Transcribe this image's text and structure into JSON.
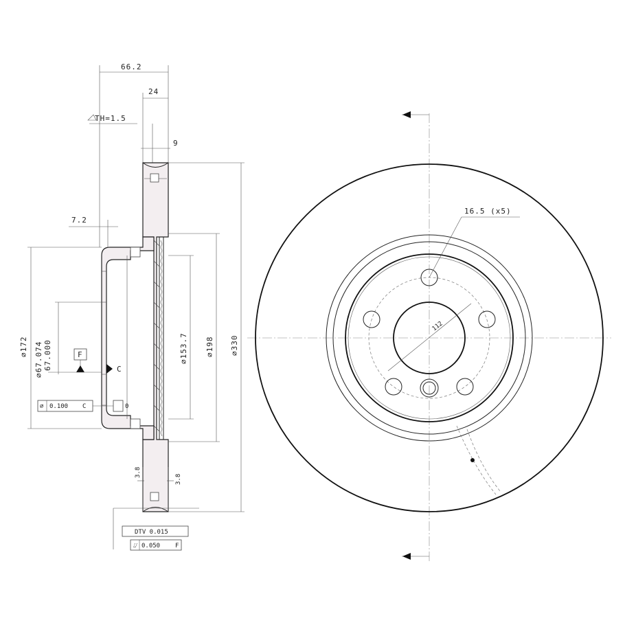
{
  "dimensions": {
    "overall_width": "66.2",
    "hat_width": "24",
    "friction_thickness": "9",
    "min_thickness": "TH=1.5",
    "hat_offset": "7.2",
    "diameter_hat_outer": "∅172",
    "diameter_bore": "∅67.074",
    "diameter_bore_min": "67.000",
    "diameter_inner_vent": "∅153.7",
    "diameter_friction_inner": "∅198",
    "diameter_outer": "∅330",
    "bolt_holes": "16.5 (x5)",
    "pcd": "112"
  },
  "datums": {
    "datum_f": "F",
    "datum_c": "C"
  },
  "tolerances": {
    "runout": "0.100",
    "runout_datum": "C",
    "runout_zero": "0",
    "dtv": "DTV 0.015",
    "lateral_runout": "0.050",
    "lateral_datum": "F"
  },
  "marks": {
    "left_small_1": "3.8",
    "left_small_2": "3.8"
  }
}
